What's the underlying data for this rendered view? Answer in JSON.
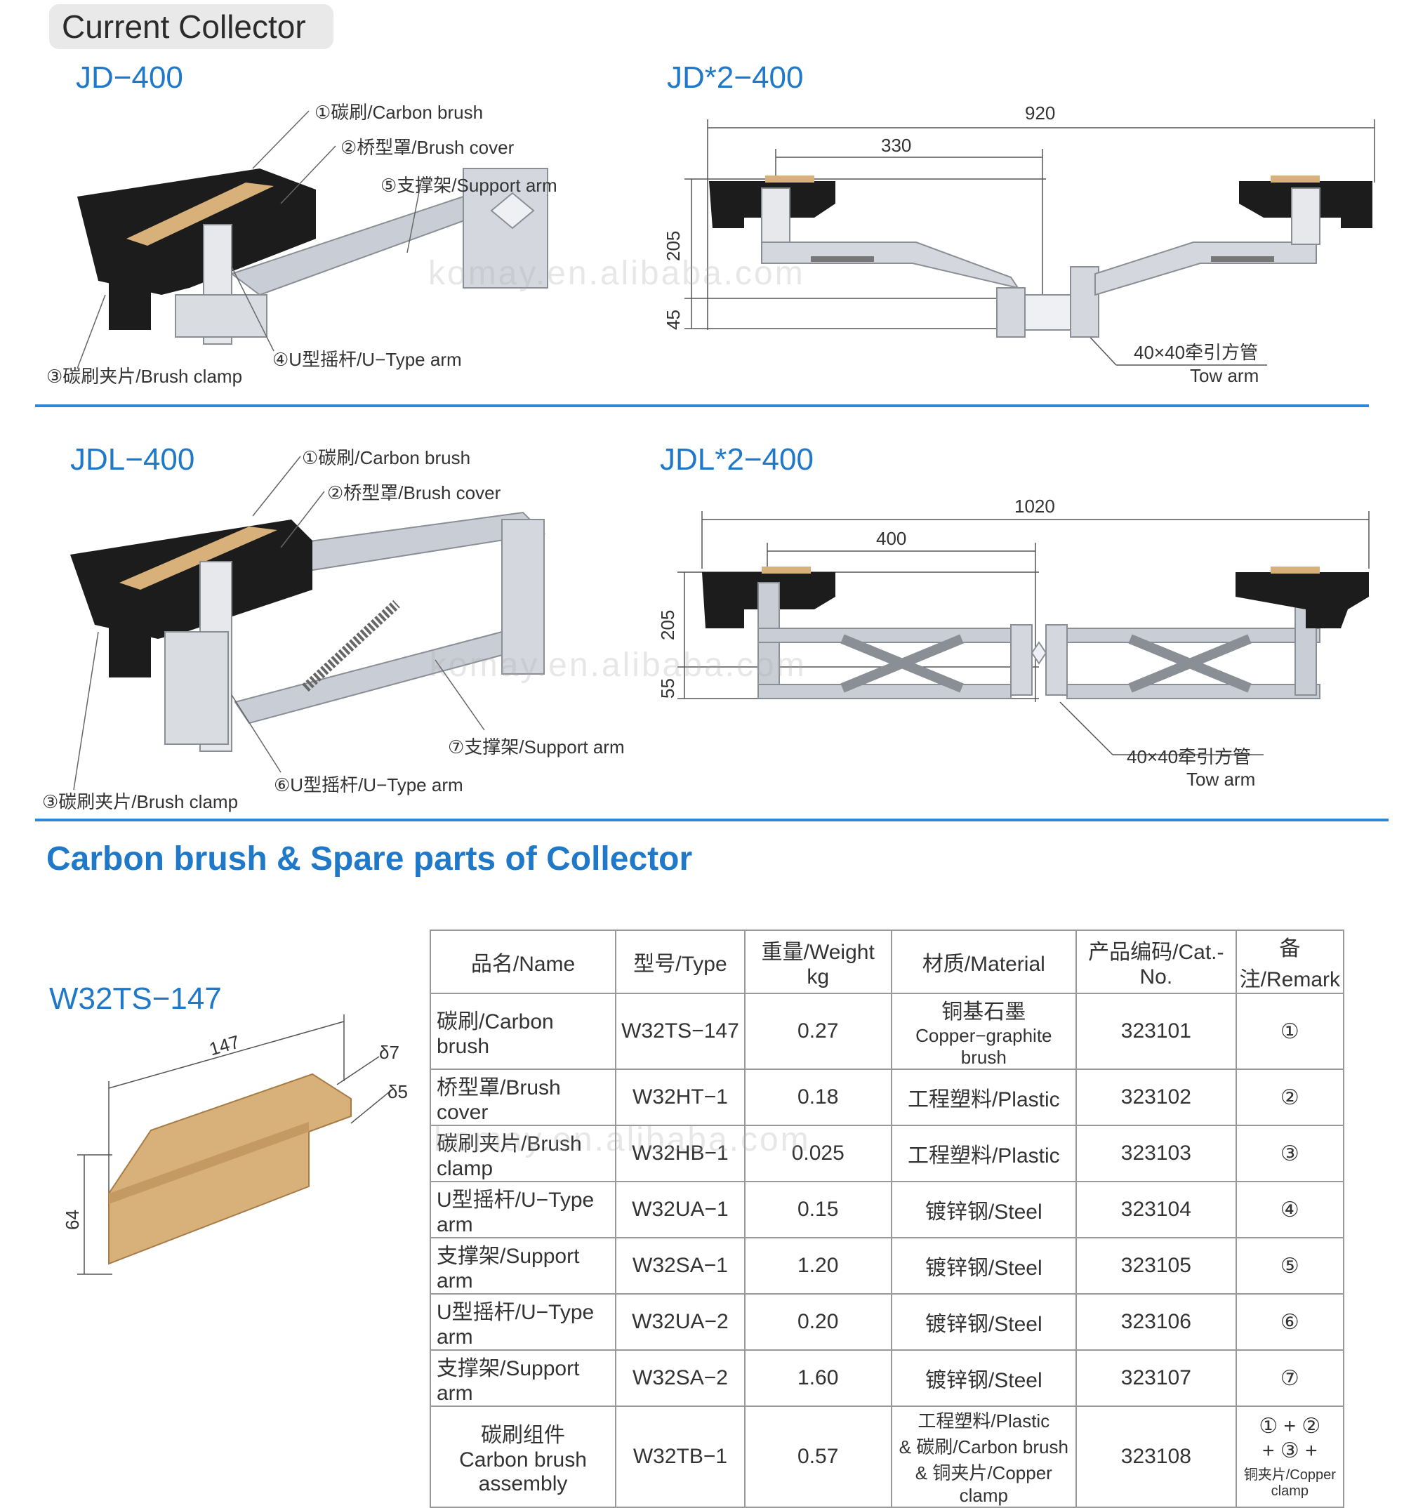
{
  "header": {
    "title": "Current Collector"
  },
  "models": {
    "jd": "JD−400",
    "jd2": "JD*2−400",
    "jdl": "JDL−400",
    "jdl2": "JDL*2−400",
    "brush": "W32TS−147"
  },
  "jd_callouts": {
    "c1": "①碳刷/Carbon brush",
    "c2": "②桥型罩/Brush cover",
    "c5": "⑤支撑架/Support arm",
    "c4": "④U型摇杆/U−Type arm",
    "c3": "③碳刷夹片/Brush clamp"
  },
  "jdl_callouts": {
    "c1": "①碳刷/Carbon brush",
    "c2": "②桥型罩/Brush cover",
    "c7": "⑦支撑架/Support arm",
    "c6": "⑥U型摇杆/U−Type arm",
    "c3": "③碳刷夹片/Brush clamp"
  },
  "jd2_dims": {
    "total": "920",
    "half": "330",
    "h1": "205",
    "h2": "45",
    "tube": "40×40牵引方管",
    "tow": "Tow arm"
  },
  "jdl2_dims": {
    "total": "1020",
    "half": "400",
    "h1": "205",
    "h2": "55",
    "tube": "40×40牵引方管",
    "tow": "Tow arm"
  },
  "section2": {
    "title": "Carbon brush & Spare parts of Collector"
  },
  "brush_dims": {
    "length": "147",
    "t1": "δ7",
    "t2": "δ5",
    "height": "64"
  },
  "watermark": "komay.en.alibaba.com",
  "table": {
    "headers": [
      "品名/Name",
      "型号/Type",
      "重量/Weight kg",
      "材质/Material",
      "产品编码/Cat.-No.",
      "备注/Remark"
    ],
    "rows": [
      {
        "name": "碳刷/Carbon brush",
        "type": "W32TS−147",
        "weight": "0.27",
        "material_cn": "铜基石墨",
        "material_en": "Copper−graphite brush",
        "cat": "323101",
        "remark": "①"
      },
      {
        "name": "桥型罩/Brush cover",
        "type": "W32HT−1",
        "weight": "0.18",
        "material": "工程塑料/Plastic",
        "cat": "323102",
        "remark": "②"
      },
      {
        "name": "碳刷夹片/Brush clamp",
        "type": "W32HB−1",
        "weight": "0.025",
        "material": "工程塑料/Plastic",
        "cat": "323103",
        "remark": "③"
      },
      {
        "name": "U型摇杆/U−Type arm",
        "type": "W32UA−1",
        "weight": "0.15",
        "material": "镀锌钢/Steel",
        "cat": "323104",
        "remark": "④"
      },
      {
        "name": "支撑架/Support arm",
        "type": "W32SA−1",
        "weight": "1.20",
        "material": "镀锌钢/Steel",
        "cat": "323105",
        "remark": "⑤"
      },
      {
        "name": "U型摇杆/U−Type arm",
        "type": "W32UA−2",
        "weight": "0.20",
        "material": "镀锌钢/Steel",
        "cat": "323106",
        "remark": "⑥"
      },
      {
        "name": "支撑架/Support arm",
        "type": "W32SA−2",
        "weight": "1.60",
        "material": "镀锌钢/Steel",
        "cat": "323107",
        "remark": "⑦"
      }
    ],
    "assembly": {
      "name_cn": "碳刷组件",
      "name_en": "Carbon brush assembly",
      "type": "W32TB−1",
      "weight": "0.57",
      "material_1": "工程塑料/Plastic",
      "material_2": "& 碳刷/Carbon brush",
      "material_3": "& 铜夹片/Copper clamp",
      "cat": "323108",
      "remark_1": "① + ②",
      "remark_2": "+ ③ +",
      "remark_3": "铜夹片/Copper clamp"
    }
  },
  "colors": {
    "accent": "#1f78c8",
    "divider": "#2f86d6",
    "brush": "#d8b07a",
    "housing": "#1c1c1c",
    "steel": "#c9ced6"
  }
}
